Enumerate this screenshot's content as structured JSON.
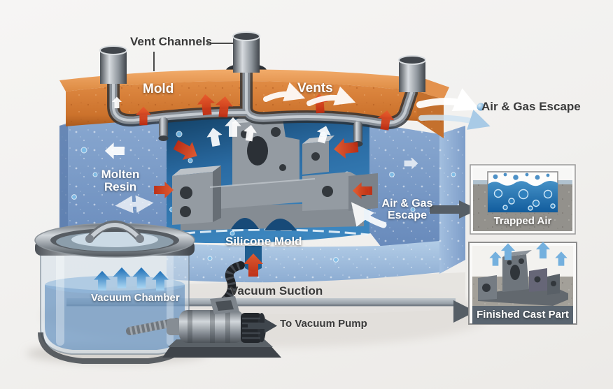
{
  "diagram": {
    "labels": {
      "vent_channels": "Vent Channels",
      "mold": "Mold",
      "vents": "Vents",
      "air_gas_escape_top": "Air & Gas Escape",
      "molten_resin": "Molten Resin",
      "air_gas_escape_mid": "Air & Gas Escape",
      "silicone_mold": "Silicone Mold",
      "vacuum_suction": "Vacuum Suction",
      "vacuum_chamber": "Vacuum Chamber",
      "to_vacuum_pump": "To Vacuum Pump"
    },
    "panels": [
      {
        "label": "Trapped Air"
      },
      {
        "label": "Finished Cast Part"
      }
    ],
    "colors": {
      "label_dark": "#3a3a3a",
      "arrow_red": "#d84315",
      "arrow_blue": "#4a9ad4",
      "mold_orange": "#d67f38",
      "silicone_blue": "#7e9fca",
      "resin_blue": "#2a6ba3",
      "steel_gray": "#9aa1a8",
      "gray_arrow": "#565e66",
      "panel_band": "#5a6570"
    }
  }
}
